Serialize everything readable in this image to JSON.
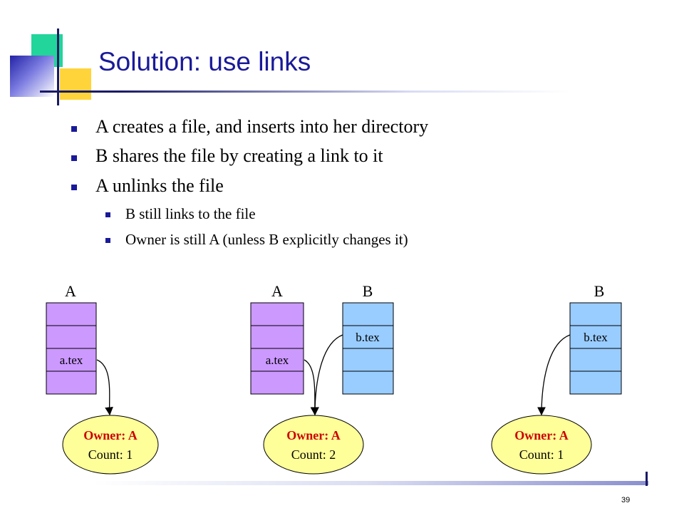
{
  "slide": {
    "title": "Solution: use links",
    "page_number": "39",
    "bullets": [
      {
        "text": "A creates a file, and inserts into her directory",
        "level": 1
      },
      {
        "text": "B shares the file by creating a link to it",
        "level": 1
      },
      {
        "text": "A unlinks the file",
        "level": 1
      },
      {
        "text": "B still links to the file",
        "level": 2
      },
      {
        "text": "Owner is still A (unless B explicitly changes it)",
        "level": 2
      }
    ]
  },
  "colors": {
    "title": "#1a1a99",
    "dir_a_fill": "#cc99ff",
    "dir_b_fill": "#99ccff",
    "inode_fill": "#ffff99",
    "owner_text": "#cc0000"
  },
  "diagram": {
    "panels": [
      {
        "directories": [
          {
            "label": "A",
            "entries": [
              "",
              "",
              "a.tex",
              ""
            ],
            "style": "a"
          }
        ],
        "inode": {
          "owner": "Owner: A",
          "count": "Count: 1"
        }
      },
      {
        "directories": [
          {
            "label": "A",
            "entries": [
              "",
              "",
              "a.tex",
              ""
            ],
            "style": "a"
          },
          {
            "label": "B",
            "entries": [
              "",
              "b.tex",
              "",
              ""
            ],
            "style": "b"
          }
        ],
        "inode": {
          "owner": "Owner: A",
          "count": "Count: 2"
        }
      },
      {
        "directories": [
          {
            "label": "B",
            "entries": [
              "",
              "b.tex",
              "",
              ""
            ],
            "style": "b"
          }
        ],
        "inode": {
          "owner": "Owner: A",
          "count": "Count: 1"
        }
      }
    ]
  }
}
